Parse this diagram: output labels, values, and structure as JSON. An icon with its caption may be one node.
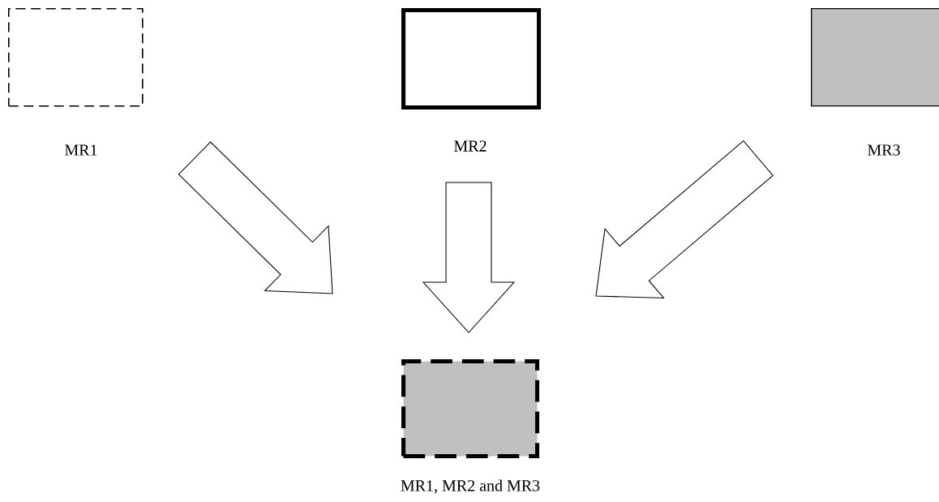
{
  "diagram": {
    "nodes": [
      {
        "text": [],
        "shape": "box",
        "beside": [
          "MR1"
        ]
      },
      {
        "text": [],
        "shape": "box",
        "beside": [
          "MR2"
        ]
      },
      {
        "text": [],
        "shape": "box",
        "beside": [
          "MR3"
        ]
      },
      {
        "text": [],
        "shape": "box",
        "beside": [
          "MR1, MR2 and MR3"
        ]
      }
    ],
    "edges": [
      {
        "from": 0,
        "to": 3,
        "arrow": "to"
      },
      {
        "from": 1,
        "to": 3,
        "arrow": "to"
      },
      {
        "from": 2,
        "to": 3,
        "arrow": "to"
      }
    ]
  }
}
